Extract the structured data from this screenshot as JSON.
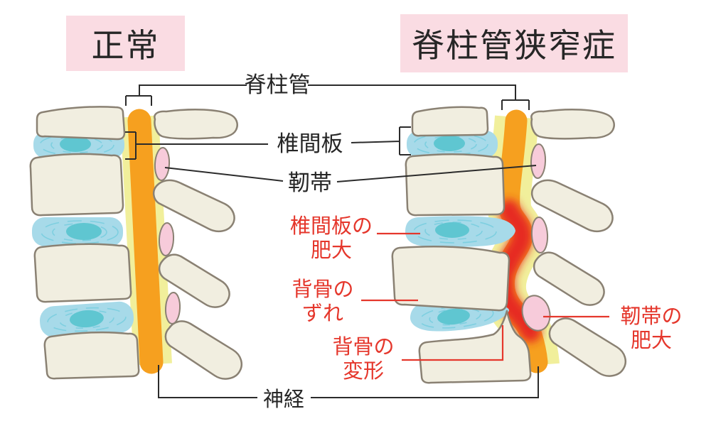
{
  "figure": {
    "title_left": "正常",
    "title_right": "脊柱管狭窄症"
  },
  "anatomy_labels": {
    "spinal_canal": "脊柱管",
    "intervertebral_disc": "椎間板",
    "ligament": "靭帯",
    "nerve": "神経"
  },
  "pathology_labels": {
    "disc_hypertrophy_line1": "椎間板の",
    "disc_hypertrophy_line2": "肥大",
    "vertebra_slip_line1": "背骨の",
    "vertebra_slip_line2": "ずれ",
    "vertebra_deformity_line1": "背骨の",
    "vertebra_deformity_line2": "変形",
    "ligament_hypertrophy_line1": "靭帯の",
    "ligament_hypertrophy_line2": "肥大"
  },
  "colors": {
    "header_bg": "#fadce3",
    "text_dark": "#262626",
    "text_red": "#e5372c",
    "vertebra_fill": "#f1eee0",
    "vertebra_outline": "#8a8173",
    "disc_fill": "#a7dae9",
    "disc_core": "#5fc6d1",
    "disc_swirl": "#7ecfe0",
    "canal_orange": "#f6a01f",
    "canal_red": "#e62c20",
    "ligament_band_yellow": "#f1ef9b",
    "ligament_pink": "#f7cbda",
    "leader_line": "#2b2b2b"
  }
}
